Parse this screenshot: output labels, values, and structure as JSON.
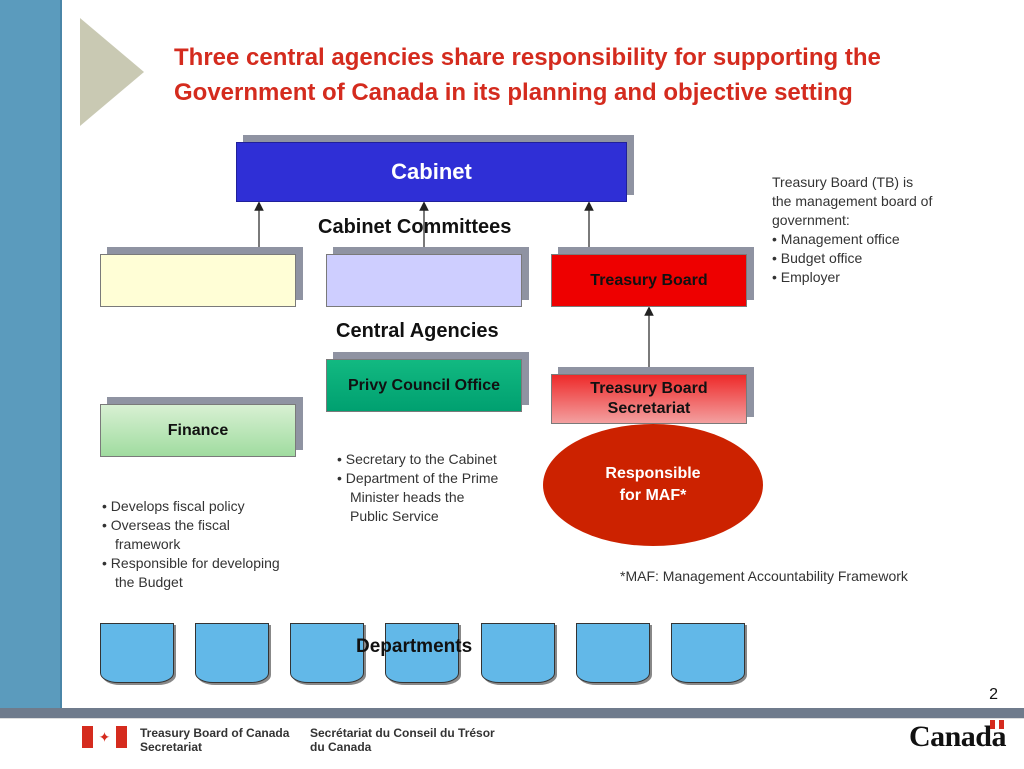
{
  "title": "Three central agencies share responsibility for supporting the Government of Canada in its planning and objective setting",
  "diagram": {
    "cabinet": "Cabinet",
    "committees_heading": "Cabinet Committees",
    "committee_1": "",
    "committee_2": "",
    "treasury_board": "Treasury Board",
    "agencies_heading": "Central Agencies",
    "pco": "Privy Council Office",
    "tbs": "Treasury Board Secretariat",
    "finance": "Finance",
    "maf_oval_line1": "Responsible",
    "maf_oval_line2": "for MAF*",
    "departments": "Departments"
  },
  "notes": {
    "tb": {
      "line1": "Treasury Board (TB) is",
      "line2": "the management board of",
      "line3": "government:",
      "bullet1": "• Management office",
      "bullet2": "• Budget office",
      "bullet3": "• Employer"
    },
    "pco": {
      "bullet1": "• Secretary to the Cabinet",
      "bullet2": "• Department of the Prime",
      "bullet2_cont1": "Minister heads the",
      "bullet2_cont2": "Public Service"
    },
    "finance": {
      "bullet1": "• Develops fiscal policy",
      "bullet2": "• Overseas the fiscal",
      "bullet2_cont": "framework",
      "bullet3": "• Responsible for developing",
      "bullet3_cont": "the Budget"
    },
    "maf": "*MAF: Management Accountability Framework"
  },
  "page_number": "2",
  "footer": {
    "en_line1": "Treasury Board of Canada",
    "en_line2": "Secretariat",
    "fr_line1": "Secrétariat du Conseil du Trésor",
    "fr_line2": "du Canada",
    "wordmark": "Canada"
  },
  "colors": {
    "title": "#d42b1e",
    "cabinet": "#2f2fd6",
    "treasury_board": "#ee0000",
    "pco": "#12b981",
    "maf_oval": "#cc2200",
    "departments": "#62b8e8",
    "sidebar": "#5b9bbd"
  }
}
